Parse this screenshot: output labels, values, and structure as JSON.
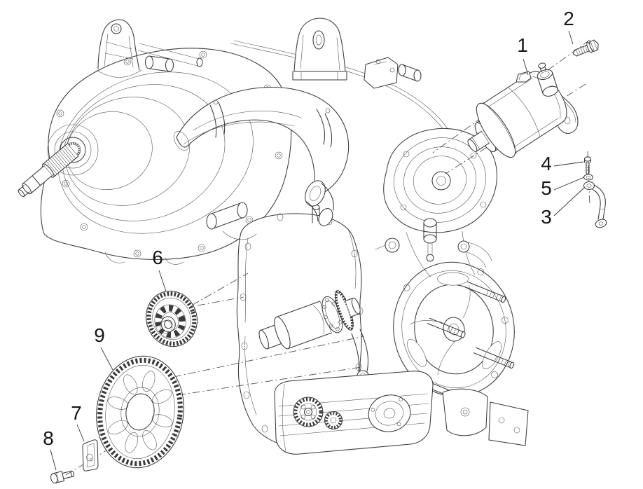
{
  "figure": {
    "kind": "exploded parts diagram",
    "colors": {
      "background": "#ffffff",
      "line": "#3a3a3a",
      "label": "#161616"
    }
  },
  "callouts": [
    {
      "label": "1"
    },
    {
      "label": "2"
    },
    {
      "label": "4"
    },
    {
      "label": "5"
    },
    {
      "label": "3"
    },
    {
      "label": "6"
    },
    {
      "label": "9"
    },
    {
      "label": "7"
    },
    {
      "label": "8"
    }
  ]
}
